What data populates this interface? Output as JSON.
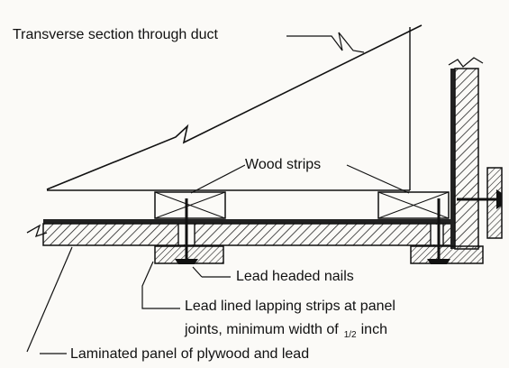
{
  "labels": {
    "transverse": "Transverse section through duct",
    "wood_strips": "Wood strips",
    "lead_nails": "Lead headed nails",
    "lapping_line1": "Lead lined lapping strips at panel",
    "lapping_line2_a": "joints,  minimum width of",
    "lapping_fraction": "1/2",
    "lapping_line2_b": "inch",
    "laminated": "Laminated panel of plywood and lead"
  }
}
